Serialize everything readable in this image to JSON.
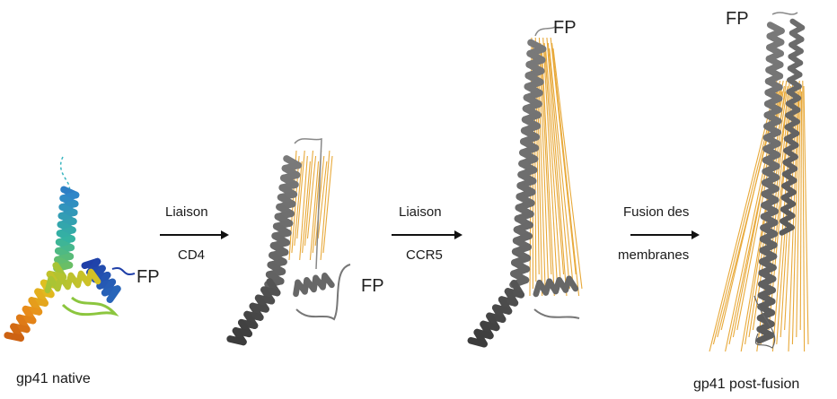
{
  "structures": [
    {
      "caption": "gp41 native",
      "fp_label": "FP",
      "colored": true,
      "rays": 0
    },
    {
      "caption": "",
      "fp_label": "FP",
      "colored": false,
      "rays": 14
    },
    {
      "caption": "",
      "fp_label": "FP",
      "colored": false,
      "rays": 18
    },
    {
      "caption": "gp41 post-fusion",
      "fp_label": "FP",
      "colored": false,
      "rays": 26
    }
  ],
  "steps": [
    {
      "top": "Liaison",
      "bottom": "CD4"
    },
    {
      "top": "Liaison",
      "bottom": "CCR5"
    },
    {
      "top": "Fusion des",
      "bottom": "membranes"
    }
  ],
  "colors": {
    "helix_gray": "#7a7a7a",
    "helix_dark": "#3a3a3a",
    "ray_orange": "#e8a93a",
    "arrow": "#111111",
    "rainbow": [
      "#1f3fa8",
      "#2f86c8",
      "#35b3a0",
      "#8cc63f",
      "#e0c020",
      "#e88a1a",
      "#c85a10"
    ]
  }
}
